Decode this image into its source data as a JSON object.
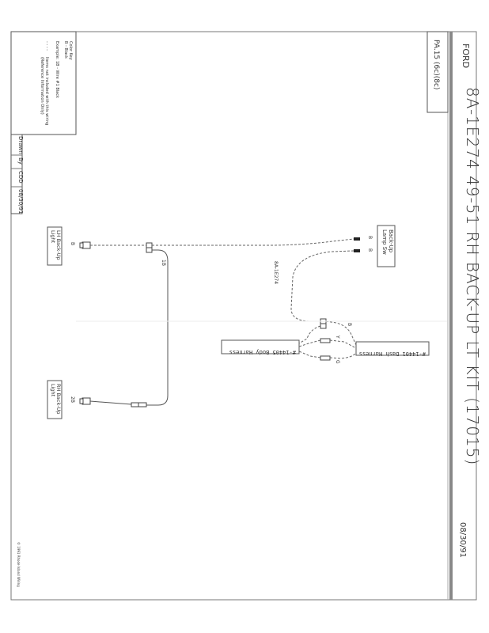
{
  "title_block": {
    "maker": "FORD",
    "part_number": "8A-1E274",
    "years": "49-51",
    "title": "RH BACK-UP LT KIT (17015)",
    "full_title": "8A-1E274  49-51 RH BACK-UP LT KIT (17015)",
    "date": "08/30/91",
    "page_ref": "PA.15 (6c)(8c)"
  },
  "legend": {
    "line1": "Color  Key",
    "line2": "B  -  Black",
    "line3": "Example:  1B  -  Wire  #1  Black",
    "dashed_symbol": "- - - -",
    "dashed_note_1": "Items not included with this wiring",
    "dashed_note_2": "(Reference Information Only)"
  },
  "drawn_by": {
    "label_drawn": "Drawn",
    "label_by": "By",
    "initials": "CDD",
    "date": "08/30/91"
  },
  "copyright": "© 1991 Rhode Island Wiring",
  "components": {
    "backup_lamp_switch": {
      "line1": "Back-Up",
      "line2": "Lamp Sw",
      "terminal_1": "B",
      "terminal_2": "B"
    },
    "dash_harness": {
      "label": "#-14401 Dash Harness"
    },
    "body_harness": {
      "label": "#-14405 Body Harness"
    },
    "lh_backup_light": {
      "line1": "LH Back-Up",
      "line2": "Light",
      "wire": "B"
    },
    "rh_backup_light": {
      "line1": "RH Back-Up",
      "line2": "Light",
      "wire": "2B"
    }
  },
  "wire_labels": {
    "kit_wire": "8A-1E274",
    "wire_1b": "1B",
    "conn_b": "B",
    "conn_y": "Y",
    "conn_g": "G"
  }
}
